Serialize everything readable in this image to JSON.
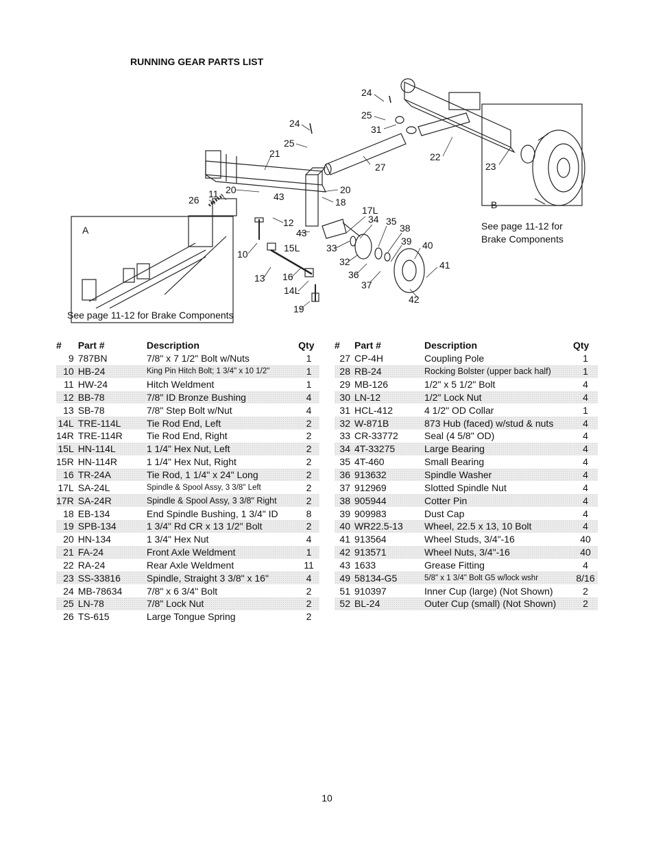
{
  "title": "RUNNING GEAR PARTS LIST",
  "diagram": {
    "callouts": {
      "c24a": "24",
      "c25a": "25",
      "c31": "31",
      "c22": "22",
      "c23": "23",
      "c27": "27",
      "c24b": "24",
      "c25b": "25",
      "c21": "21",
      "c20a": "20",
      "c20b": "20",
      "c43a": "43",
      "c18": "18",
      "c11": "11",
      "c26": "26",
      "c12": "12",
      "c43b": "43",
      "c17L": "17L",
      "c34": "34",
      "c35": "35",
      "c38": "38",
      "c39": "39",
      "c40": "40",
      "c41": "41",
      "c42": "42",
      "c33": "33",
      "c32": "32",
      "c36": "36",
      "c37": "37",
      "c15L": "15L",
      "c16": "16",
      "c14L": "14L",
      "c19": "19",
      "c10": "10",
      "c13": "13"
    },
    "label_a": "A",
    "label_b": "B",
    "note_a": "See page 11-12 for Brake Components",
    "note_b_line1": "See page 11-12 for",
    "note_b_line2": "Brake Components"
  },
  "table_headers": {
    "num": "#",
    "part": "Part #",
    "desc": "Description",
    "qty": "Qty"
  },
  "left_rows": [
    {
      "n": "9",
      "part": "787BN",
      "desc": "7/8\" x 7 1/2\" Bolt w/Nuts",
      "qty": "1",
      "size": ""
    },
    {
      "n": "10",
      "part": "HB-24",
      "desc": "King Pin Hitch Bolt; 1 3/4\" x 10 1/2\"",
      "qty": "1",
      "size": "xsmall"
    },
    {
      "n": "11",
      "part": "HW-24",
      "desc": "Hitch Weldment",
      "qty": "1",
      "size": ""
    },
    {
      "n": "12",
      "part": "BB-78",
      "desc": "7/8\" ID Bronze Bushing",
      "qty": "4",
      "size": ""
    },
    {
      "n": "13",
      "part": "SB-78",
      "desc": "7/8\" Step Bolt w/Nut",
      "qty": "4",
      "size": ""
    },
    {
      "n": "14L",
      "part": "TRE-114L",
      "desc": "Tie Rod End, Left",
      "qty": "2",
      "size": ""
    },
    {
      "n": "14R",
      "part": "TRE-114R",
      "desc": "Tie Rod End, Right",
      "qty": "2",
      "size": ""
    },
    {
      "n": "15L",
      "part": "HN-114L",
      "desc": "1 1/4\" Hex Nut, Left",
      "qty": "2",
      "size": ""
    },
    {
      "n": "15R",
      "part": "HN-114R",
      "desc": "1 1/4\" Hex Nut, Right",
      "qty": "2",
      "size": ""
    },
    {
      "n": "16",
      "part": "TR-24A",
      "desc": "Tie Rod, 1 1/4\" x 24\" Long",
      "qty": "2",
      "size": ""
    },
    {
      "n": "17L",
      "part": "SA-24L",
      "desc": "Spindle & Spool Assy, 3 3/8\" Left",
      "qty": "2",
      "size": "xsmall"
    },
    {
      "n": "17R",
      "part": "SA-24R",
      "desc": "Spindle & Spool Assy, 3 3/8\" Right",
      "qty": "2",
      "size": "small"
    },
    {
      "n": "18",
      "part": "EB-134",
      "desc": "End Spindle Bushing, 1 3/4\" ID",
      "qty": "8",
      "size": ""
    },
    {
      "n": "19",
      "part": "SPB-134",
      "desc": "1 3/4\" Rd CR x 13 1/2\" Bolt",
      "qty": "2",
      "size": ""
    },
    {
      "n": "20",
      "part": "HN-134",
      "desc": "1 3/4\" Hex Nut",
      "qty": "4",
      "size": ""
    },
    {
      "n": "21",
      "part": "FA-24",
      "desc": "Front Axle Weldment",
      "qty": "1",
      "size": ""
    },
    {
      "n": "22",
      "part": "RA-24",
      "desc": "Rear Axle Weldment",
      "qty": "11",
      "size": ""
    },
    {
      "n": "23",
      "part": "SS-33816",
      "desc": "Spindle, Straight 3 3/8\" x 16\"",
      "qty": "4",
      "size": ""
    },
    {
      "n": "24",
      "part": "MB-78634",
      "desc": "7/8\" x 6 3/4\" Bolt",
      "qty": "2",
      "size": ""
    },
    {
      "n": "25",
      "part": "LN-78",
      "desc": "7/8\" Lock Nut",
      "qty": "2",
      "size": ""
    },
    {
      "n": "26",
      "part": "TS-615",
      "desc": "Large Tongue Spring",
      "qty": "2",
      "size": ""
    }
  ],
  "right_rows": [
    {
      "n": "27",
      "part": "CP-4H",
      "desc": "Coupling Pole",
      "qty": "1",
      "size": ""
    },
    {
      "n": "28",
      "part": "RB-24",
      "desc": "Rocking Bolster (upper back half)",
      "qty": "1",
      "size": "small"
    },
    {
      "n": "29",
      "part": "MB-126",
      "desc": "1/2\" x 5 1/2\" Bolt",
      "qty": "4",
      "size": ""
    },
    {
      "n": "30",
      "part": "LN-12",
      "desc": "1/2\" Lock Nut",
      "qty": "4",
      "size": ""
    },
    {
      "n": "31",
      "part": "HCL-412",
      "desc": "4 1/2\" OD Collar",
      "qty": "1",
      "size": ""
    },
    {
      "n": "32",
      "part": "W-871B",
      "desc": "873 Hub (faced) w/stud & nuts",
      "qty": "4",
      "size": ""
    },
    {
      "n": "33",
      "part": "CR-33772",
      "desc": "Seal (4 5/8\" OD)",
      "qty": "4",
      "size": ""
    },
    {
      "n": "34",
      "part": "4T-33275",
      "desc": "Large Bearing",
      "qty": "4",
      "size": ""
    },
    {
      "n": "35",
      "part": "4T-460",
      "desc": "Small Bearing",
      "qty": "4",
      "size": ""
    },
    {
      "n": "36",
      "part": "913632",
      "desc": "Spindle Washer",
      "qty": "4",
      "size": ""
    },
    {
      "n": "37",
      "part": "912969",
      "desc": "Slotted Spindle Nut",
      "qty": "4",
      "size": ""
    },
    {
      "n": "38",
      "part": "905944",
      "desc": "Cotter Pin",
      "qty": "4",
      "size": ""
    },
    {
      "n": "39",
      "part": "909983",
      "desc": "Dust Cap",
      "qty": "4",
      "size": ""
    },
    {
      "n": "40",
      "part": "WR22.5-13",
      "desc": "Wheel, 22.5 x 13, 10 Bolt",
      "qty": "4",
      "size": ""
    },
    {
      "n": "41",
      "part": "913564",
      "desc": "Wheel Studs, 3/4\"-16",
      "qty": "40",
      "size": ""
    },
    {
      "n": "42",
      "part": "913571",
      "desc": "Wheel Nuts, 3/4\"-16",
      "qty": "40",
      "size": ""
    },
    {
      "n": "43",
      "part": "1633",
      "desc": "Grease Fitting",
      "qty": "4",
      "size": ""
    },
    {
      "n": "49",
      "part": "58134-G5",
      "desc": "5/8\" x 1 3/4\" Bolt G5 w/lock wshr",
      "qty": "8/16",
      "size": "xsmall"
    },
    {
      "n": "51",
      "part": "910397",
      "desc": "Inner Cup (large) (Not Shown)",
      "qty": "2",
      "size": ""
    },
    {
      "n": "52",
      "part": "BL-24",
      "desc": "Outer Cup (small) (Not Shown)",
      "qty": "2",
      "size": ""
    }
  ],
  "page_number": "10"
}
